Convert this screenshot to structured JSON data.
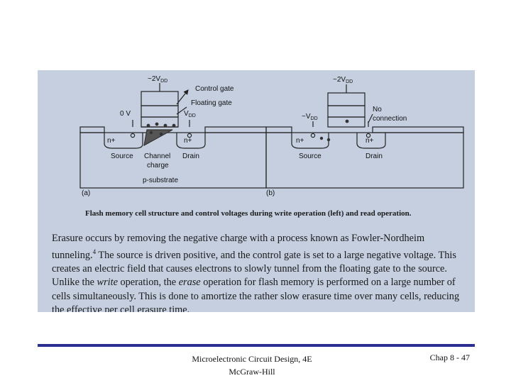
{
  "figure": {
    "a": {
      "panel_label": "(a)",
      "vdd_top": "~2V",
      "vdd_top_sub": "DD",
      "control_gate": "Control gate",
      "floating_gate": "Floating gate",
      "zero_v": "0 V",
      "vdd_drain": "V",
      "vdd_drain_sub": "DD",
      "n_plus_left": "n+",
      "n_plus_right": "n+",
      "source": "Source",
      "channel": "Channel",
      "charge": "charge",
      "drain": "Drain",
      "substrate": "p-substrate"
    },
    "b": {
      "panel_label": "(b)",
      "vdd_top": "~2V",
      "vdd_top_sub": "DD",
      "vdd_source": "~V",
      "vdd_source_sub": "DD",
      "no": "No",
      "connection": "connection",
      "n_plus_left": "n+",
      "n_plus_right": "n+",
      "source": "Source",
      "drain": "Drain"
    },
    "caption": "Flash memory cell structure and control voltages during write operation (left) and read operation."
  },
  "paragraph": {
    "p1_a": "Erasure occurs by removing the negative charge with a process known as Fowler-Nordheim tunneling.",
    "footnote": "4",
    "p1_b": " The source is driven positive, and the control gate is set to a large negative voltage. This creates an electric field that causes electrons to slowly tunnel from the floating gate to the source. Unlike the ",
    "write": "write",
    "p1_c": " operation, the ",
    "erase": "erase",
    "p1_d": " operation for flash memory is performed on a large number of cells simultaneously. This is done to amortize the rather slow erasure time over many cells, reducing the effective per cell erasure time."
  },
  "footer": {
    "book": "Microelectronic Circuit Design, 4E",
    "publisher": "McGraw-Hill",
    "page": "Chap 8 - 47"
  },
  "colors": {
    "scan_background": "#c5cfe0",
    "rule": "#2b2f8f"
  }
}
